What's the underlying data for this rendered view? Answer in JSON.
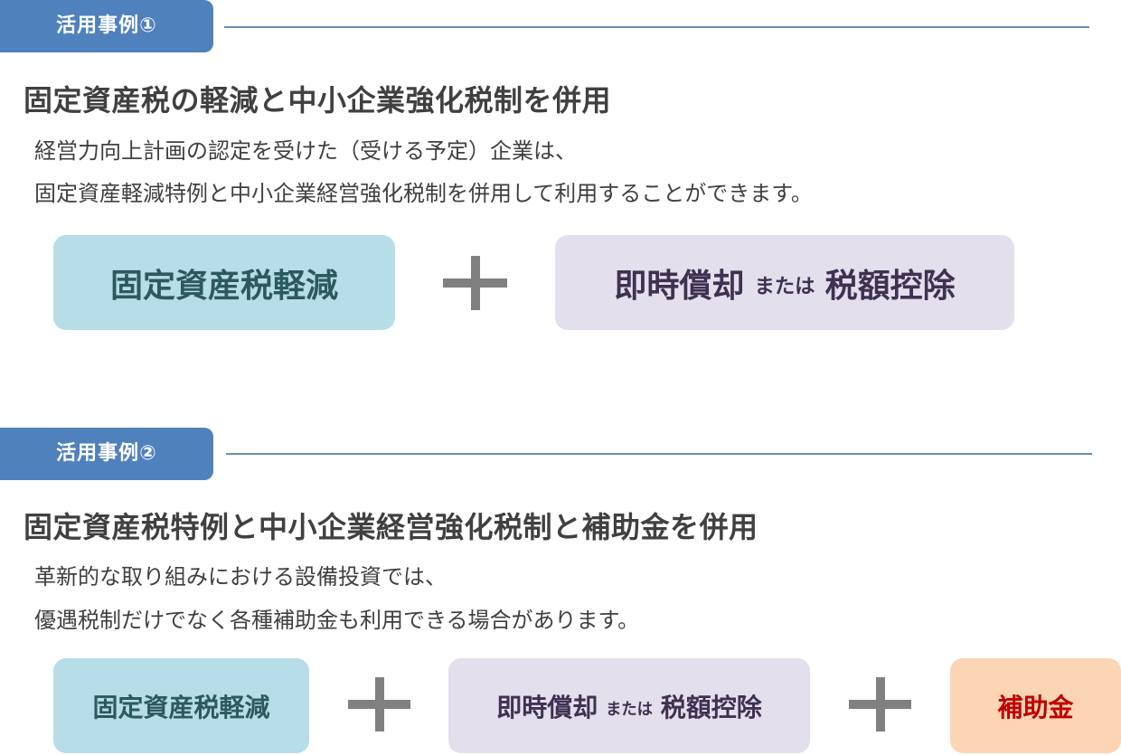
{
  "case1": {
    "tag": "活用事例①",
    "heading": "固定資産税の軽減と中小企業強化税制を併用",
    "desc_line1": "経営力向上計画の認定を受けた（受ける予定）企業は、",
    "desc_line2": "固定資産軽減特例と中小企業経営強化税制を併用して利用することができます。",
    "box_tax": "固定資産税軽減",
    "box_dep_a": "即時償却",
    "box_dep_or": "または",
    "box_dep_b": "税額控除"
  },
  "case2": {
    "tag": "活用事例②",
    "heading": "固定資産税特例と中小企業経営強化税制と補助金を併用",
    "desc_line1": "革新的な取り組みにおける設備投資では、",
    "desc_line2": "優遇税制だけでなく各種補助金も利用できる場合があります。",
    "box_tax": "固定資産税軽減",
    "box_dep_a": "即時償却",
    "box_dep_or": "または",
    "box_dep_b": "税額控除",
    "box_sub": "補助金"
  },
  "colors": {
    "tag_bg": "#4f81bd",
    "rule": "#6a8db5",
    "tax_box_bg": "#b7dde8",
    "tax_box_text": "#2c5960",
    "dep_box_bg": "#e4dfec",
    "dep_box_text": "#3f3151",
    "sub_box_bg": "#fcd5b5",
    "sub_box_text": "#c00000",
    "plus": "#808080"
  },
  "icons": {
    "plus": "plus-icon"
  }
}
